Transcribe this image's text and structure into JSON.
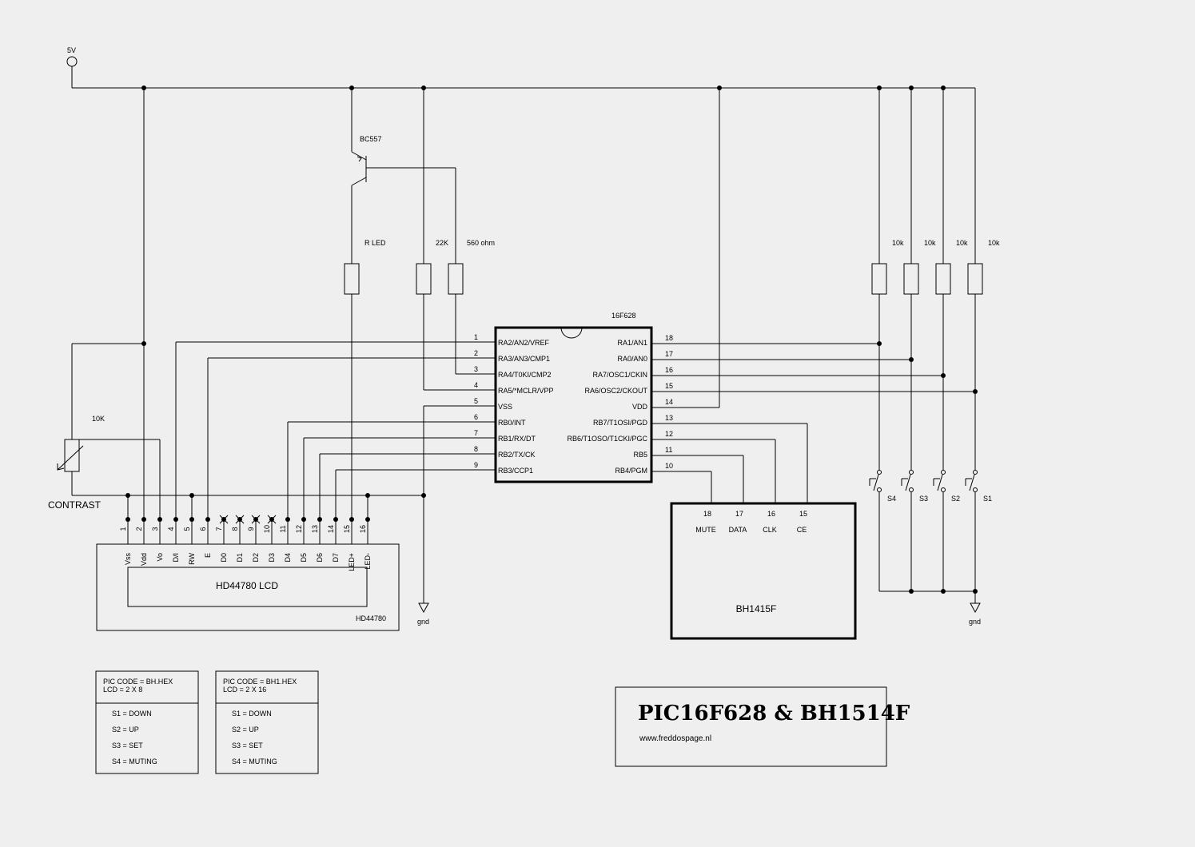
{
  "supply": {
    "label": "5V"
  },
  "transistor": {
    "label": "BC557"
  },
  "resistors": {
    "r_led": "R LED",
    "r_22k": "22K",
    "r_560": "560 ohm",
    "pullups": [
      "10k",
      "10k",
      "10k",
      "10k"
    ]
  },
  "pot": {
    "value": "10K",
    "label": "CONTRAST"
  },
  "pic": {
    "name": "16F628",
    "left_pins": [
      {
        "num": "1",
        "name": "RA2/AN2/VREF"
      },
      {
        "num": "2",
        "name": "RA3/AN3/CMP1"
      },
      {
        "num": "3",
        "name": "RA4/T0KI/CMP2"
      },
      {
        "num": "4",
        "name": "RA5/*MCLR/VPP"
      },
      {
        "num": "5",
        "name": "VSS"
      },
      {
        "num": "6",
        "name": "RB0/INT"
      },
      {
        "num": "7",
        "name": "RB1/RX/DT"
      },
      {
        "num": "8",
        "name": "RB2/TX/CK"
      },
      {
        "num": "9",
        "name": "RB3/CCP1"
      }
    ],
    "right_pins": [
      {
        "num": "18",
        "name": "RA1/AN1"
      },
      {
        "num": "17",
        "name": "RA0/AN0"
      },
      {
        "num": "16",
        "name": "RA7/OSC1/CKIN"
      },
      {
        "num": "15",
        "name": "RA6/OSC2/CKOUT"
      },
      {
        "num": "14",
        "name": "VDD"
      },
      {
        "num": "13",
        "name": "RB7/T1OSI/PGD"
      },
      {
        "num": "12",
        "name": "RB6/T1OSO/T1CKI/PGC"
      },
      {
        "num": "11",
        "name": "RB5"
      },
      {
        "num": "10",
        "name": "RB4/PGM"
      }
    ]
  },
  "lcd": {
    "display_label": "HD44780 LCD",
    "part_label": "HD44780",
    "pins": [
      {
        "num": "1",
        "name": "Vss"
      },
      {
        "num": "2",
        "name": "Vdd"
      },
      {
        "num": "3",
        "name": "Vo"
      },
      {
        "num": "4",
        "name": "D/I"
      },
      {
        "num": "5",
        "name": "RW"
      },
      {
        "num": "6",
        "name": "E"
      },
      {
        "num": "7",
        "name": "D0"
      },
      {
        "num": "8",
        "name": "D1"
      },
      {
        "num": "9",
        "name": "D2"
      },
      {
        "num": "10",
        "name": "D3"
      },
      {
        "num": "11",
        "name": "D4"
      },
      {
        "num": "12",
        "name": "D5"
      },
      {
        "num": "13",
        "name": "D6"
      },
      {
        "num": "14",
        "name": "D7"
      },
      {
        "num": "15",
        "name": "LED+"
      },
      {
        "num": "16",
        "name": "LED-"
      }
    ]
  },
  "bh": {
    "name": "BH1415F",
    "pins": [
      {
        "num": "18",
        "name": "MUTE"
      },
      {
        "num": "17",
        "name": "DATA"
      },
      {
        "num": "16",
        "name": "CLK"
      },
      {
        "num": "15",
        "name": "CE"
      }
    ]
  },
  "switches": [
    "S4",
    "S3",
    "S2",
    "S1"
  ],
  "ground_label": "gnd",
  "info_boxes": [
    {
      "line1": "PIC CODE =      BH.HEX",
      "line2": "LCD =      2 X 8",
      "rows": [
        "S1 = DOWN",
        "S2 = UP",
        "S3 = SET",
        "S4 = MUTING"
      ]
    },
    {
      "line1": "PIC CODE =      BH1.HEX",
      "line2": "LCD =      2 X 16",
      "rows": [
        "S1 =   DOWN",
        "S2 =   UP",
        "S3 =   SET",
        "S4 =   MUTING"
      ]
    }
  ],
  "title_box": {
    "title": "PIC16F628 & BH1514F",
    "url": "www.freddospage.nl"
  }
}
